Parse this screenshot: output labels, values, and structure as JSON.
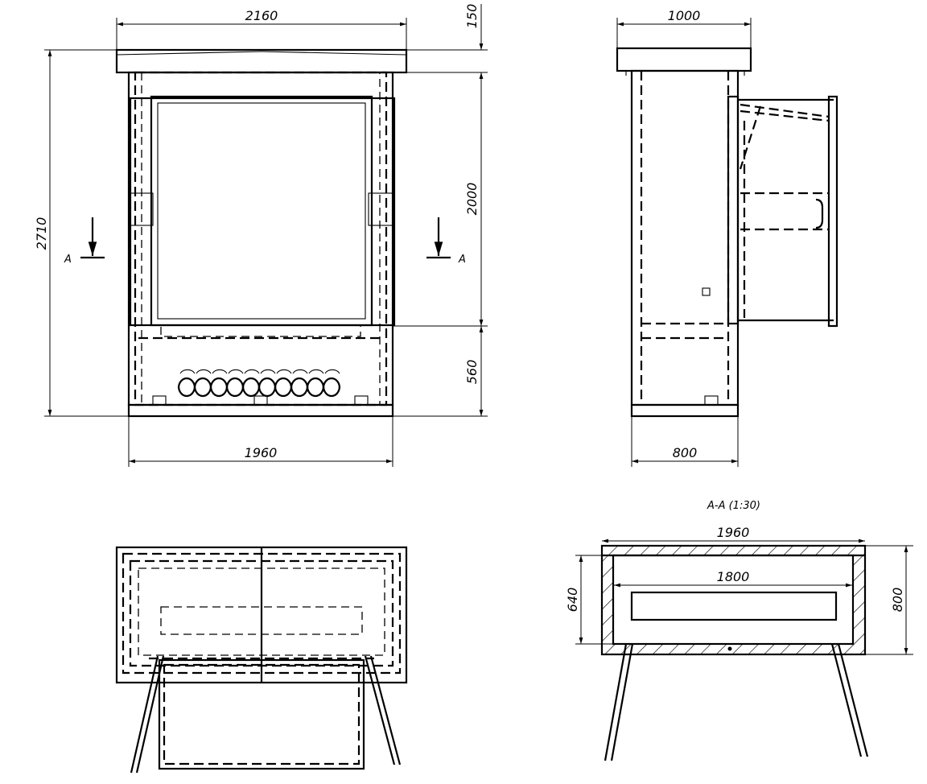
{
  "front_view": {
    "width_roof": "2160",
    "roof_height": "150",
    "total_height": "2710",
    "door_height": "2000",
    "base_height": "560",
    "width_body": "1960",
    "section_mark_left": "A",
    "section_mark_right": "A"
  },
  "side_view": {
    "depth_roof": "1000",
    "depth_body": "800"
  },
  "section_view": {
    "title": "A-A  (1:30)",
    "outer_width": "1960",
    "inner_width": "1800",
    "inner_depth": "640",
    "outer_depth": "800"
  }
}
